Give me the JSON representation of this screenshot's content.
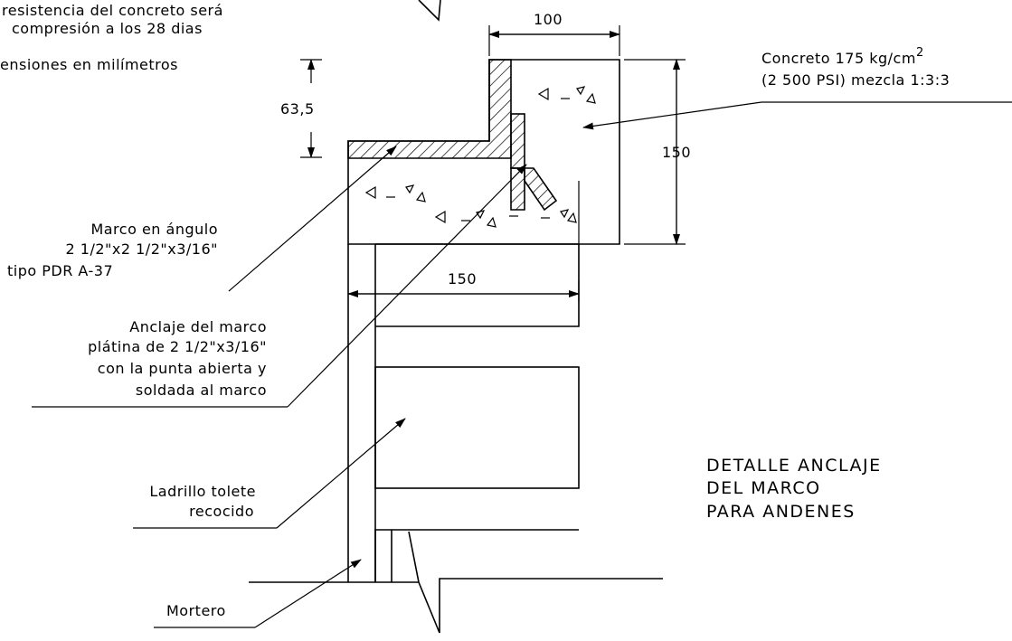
{
  "notes": {
    "line1": "resistencia  del concreto será",
    "line2": "compresión a los 28 dias",
    "line3": "ensiones en milímetros"
  },
  "dimensions": {
    "top_width": "100",
    "left_height": "63,5",
    "right_height": "150",
    "bottom_width": "150"
  },
  "labels": {
    "concrete_line1": "Concreto 175 kg/cm",
    "concrete_sup": "2",
    "concrete_line2": "(2 500 PSI) mezcla 1:3:3",
    "frame_line1": "Marco en ángulo",
    "frame_line2": "2 1/2\"x2 1/2\"x3/16\"",
    "frame_line3": "tipo PDR A-37",
    "anchor_line1": "Anclaje del marco",
    "anchor_line2": "plátina de 2 1/2\"x3/16\"",
    "anchor_line3": "con la punta abierta y",
    "anchor_line4": "soldada al marco",
    "brick_line1": "Ladrillo tolete",
    "brick_line2": "recocido",
    "mortar": "Mortero"
  },
  "title": {
    "line1": "DETALLE ANCLAJE",
    "line2": "DEL MARCO",
    "line3": "PARA ANDENES"
  }
}
